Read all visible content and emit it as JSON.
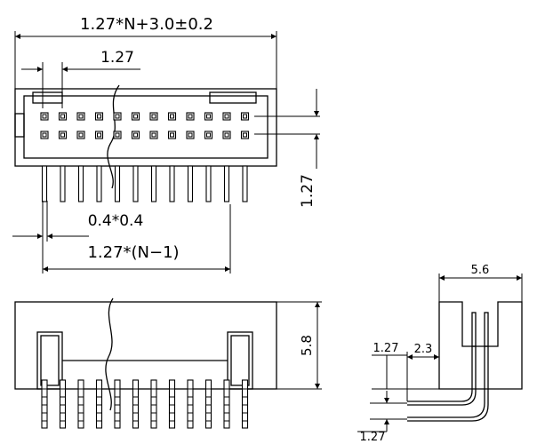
{
  "top_view": {
    "overall_width": "1.27*N+3.0±0.2",
    "pitch": "1.27",
    "row_pitch": "1.27",
    "pin_size": "0.4*0.4",
    "pin_span": "1.27*(N−1)",
    "pin_count_per_row": 12
  },
  "front_view": {
    "height": "5.8",
    "pin_count": 12
  },
  "side_view": {
    "depth": "5.6",
    "pitch": "1.27",
    "offset": "2.3",
    "tail_pitch": "1.27"
  }
}
